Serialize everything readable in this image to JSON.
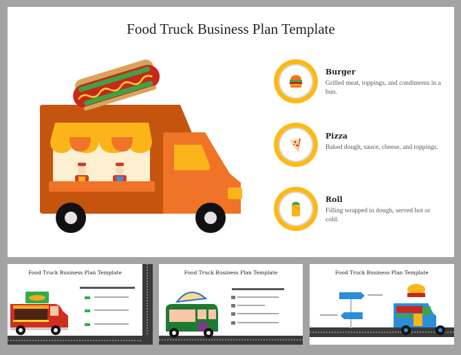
{
  "main": {
    "title": "Food Truck Business Plan Template",
    "items": [
      {
        "icon": "burger-icon",
        "title": "Burger",
        "description": "Grilled meat, toppings, and condiments in a bun."
      },
      {
        "icon": "pizza-icon",
        "title": "Pizza",
        "description": "Baked dough, sauce, cheese, and toppings."
      },
      {
        "icon": "roll-icon",
        "title": "Roll",
        "description": "Filling wrapped in dough, served hot or cold."
      }
    ]
  },
  "thumbnails": [
    {
      "title": "Food Truck Business Plan Template"
    },
    {
      "title": "Food Truck Business Plan Template"
    },
    {
      "title": "Food Truck Business Plan Template"
    }
  ],
  "colors": {
    "accent": "#fdb813",
    "truck_dark": "#c5540f",
    "truck_light": "#f07427"
  }
}
